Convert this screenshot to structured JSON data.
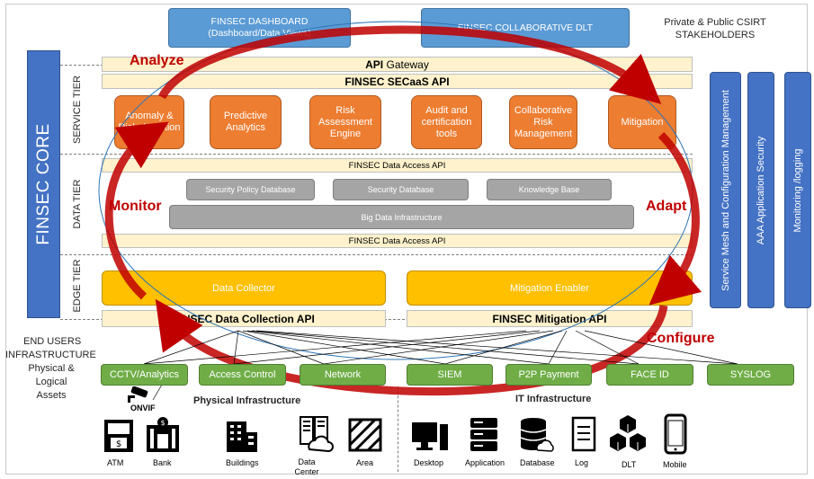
{
  "top": {
    "dashboard": "FINSEC DASHBOARD (Dashboard/Data Views)",
    "dlt": "FINSEC COLLABORATIVE DLT",
    "csirt": "Private & Public CSIRT STAKEHOLDERS"
  },
  "core_label": "FINSEC CORE",
  "tiers": {
    "service": "SERVICE TIER",
    "data": "DATA TIER",
    "edge": "EDGE TIER"
  },
  "cycle": {
    "analyze": "Analyze",
    "monitor": "Monitor",
    "adapt": "Adapt",
    "configure": "Configure"
  },
  "service": {
    "api_gateway_bold": "API",
    "api_gateway_rest": " Gateway",
    "secaas_api": "FINSEC SECaaS API",
    "modules": [
      "Anomaly & Risk detection",
      "Predictive Analytics",
      "Risk Assessment Engine",
      "Audit and certification tools",
      "Collaborative Risk Management",
      "Mitigation"
    ]
  },
  "data": {
    "access_api_top": "FINSEC Data Access API",
    "security_policy_db": "Security Policy Database",
    "security_db": "Security Database",
    "knowledge_base": "Knowledge Base",
    "big_data": "Big Data Infrastructure",
    "access_api_bottom": "FINSEC Data Access API"
  },
  "edge": {
    "data_collector": "Data Collector",
    "mitigation_enabler": "Mitigation Enabler",
    "collection_api": "FINSEC Data Collection API",
    "mitigation_api": "FINSEC Mitigation API"
  },
  "side_bars": [
    "Service Mesh and Configuration Management",
    "AAA Application Security",
    "Monitoring /logging"
  ],
  "infrastructure": {
    "end_users": "END USERS",
    "infrastructure": "INFRASTRUCTURE",
    "physical_logical": "Physical & Logical Assets",
    "physical_title": "Physical Infrastructure",
    "it_title": "IT Infrastructure",
    "onvif": "ONVIF"
  },
  "assets": [
    "CCTV/Analytics",
    "Access Control",
    "Network",
    "SIEM",
    "P2P Payment",
    "FACE ID",
    "SYSLOG"
  ],
  "physical_items": [
    {
      "label": "ATM",
      "icon": "atm-icon"
    },
    {
      "label": "Bank",
      "icon": "bank-icon"
    },
    {
      "label": "Buildings",
      "icon": "buildings-icon"
    },
    {
      "label": "Data Center",
      "icon": "data-center-icon"
    },
    {
      "label": "Area",
      "icon": "area-icon"
    }
  ],
  "it_items": [
    {
      "label": "Desktop",
      "icon": "desktop-icon"
    },
    {
      "label": "Application",
      "icon": "server-icon"
    },
    {
      "label": "Database",
      "icon": "database-icon"
    },
    {
      "label": "Log",
      "icon": "log-icon"
    },
    {
      "label": "DLT",
      "icon": "dlt-icon"
    },
    {
      "label": "Mobile",
      "icon": "mobile-icon"
    }
  ],
  "colors": {
    "blue": "#5b9bd5",
    "core_blue": "#4472c4",
    "orange": "#ed7d31",
    "yellow": "#fff2cc",
    "gold": "#ffc000",
    "green": "#70ad47",
    "gray": "#a5a5a5",
    "red": "#c00000"
  }
}
